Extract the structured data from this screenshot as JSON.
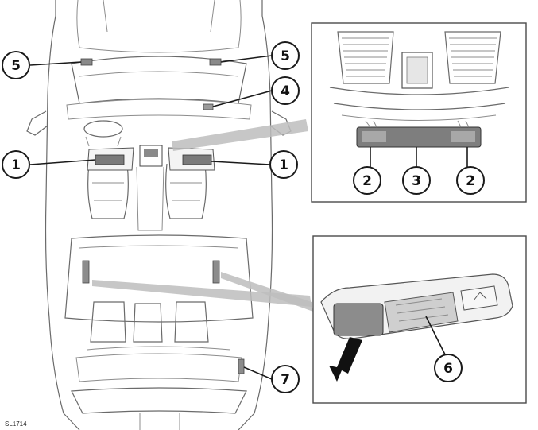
{
  "figure": {
    "reference_code": "SL1714",
    "callouts": [
      "1",
      "2",
      "3",
      "4",
      "5",
      "6",
      "7"
    ]
  },
  "colors": {
    "outline": "#6a6a6a",
    "lamp_dark": "#7d7d7d",
    "lamp_light": "#b5b5b5",
    "beam": "#a8a8a8",
    "ink": "#111111"
  }
}
